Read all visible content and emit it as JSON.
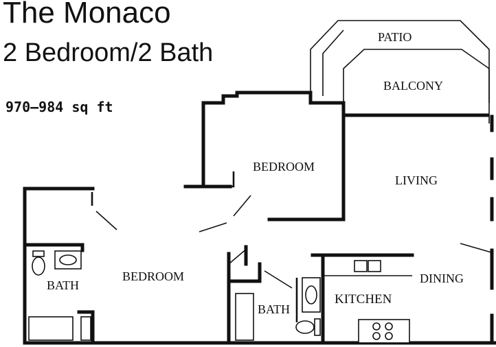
{
  "title": "The Monaco",
  "subtitle": "2 Bedroom/2 Bath",
  "area": "970–984 sq ft",
  "rooms": {
    "patio": "PATIO",
    "balcony": "BALCONY",
    "bedroom_upper": "BEDROOM",
    "living": "LIVING",
    "bedroom_lower": "BEDROOM",
    "bath_left": "BATH",
    "bath_center": "BATH",
    "kitchen": "KITCHEN",
    "dining": "DINING"
  }
}
